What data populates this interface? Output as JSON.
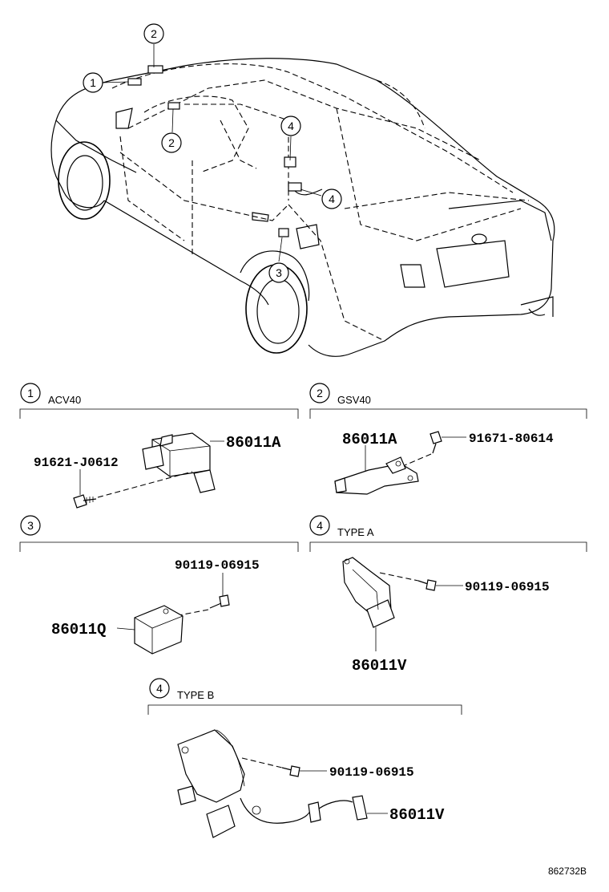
{
  "overview": {
    "callouts": [
      "2",
      "1",
      "2",
      "4",
      "4",
      "3"
    ]
  },
  "sections": [
    {
      "num": "1",
      "label": "ACV40",
      "parts": [
        "86011A",
        "91621-J0612"
      ]
    },
    {
      "num": "2",
      "label": "GSV40",
      "parts": [
        "86011A",
        "91671-80614"
      ]
    },
    {
      "num": "3",
      "label": "",
      "parts": [
        "90119-06915",
        "86011Q"
      ]
    },
    {
      "num": "4",
      "label": "TYPE A",
      "parts": [
        "90119-06915",
        "86011V"
      ]
    },
    {
      "num": "4",
      "label": "TYPE B",
      "parts": [
        "90119-06915",
        "86011V"
      ]
    }
  ],
  "diagram_code": "862732B"
}
